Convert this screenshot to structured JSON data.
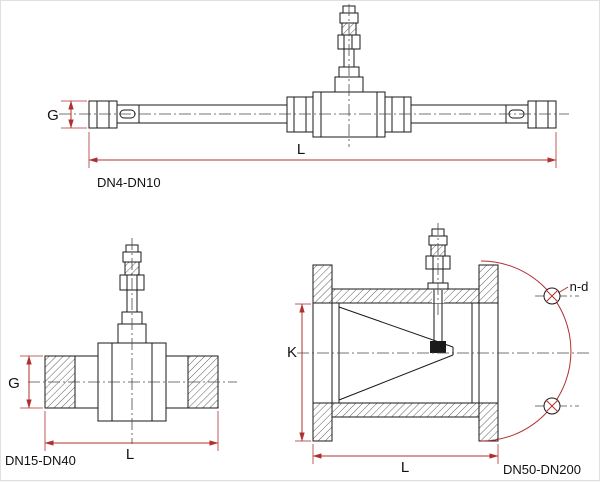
{
  "colors": {
    "outline": "#1a1a1a",
    "dimension": "#b03030",
    "centerline": "#4a4a4a",
    "text": "#111111",
    "background": "#ffffff"
  },
  "figures": {
    "fig1": {
      "label": "DN4-DN10",
      "dim_g": "G",
      "dim_l": "L"
    },
    "fig2": {
      "label": "DN15-DN40",
      "dim_g": "G",
      "dim_l": "L"
    },
    "fig3": {
      "label": "DN50-DN200",
      "dim_k": "K",
      "dim_l": "L",
      "bolt_note": "n-d"
    }
  }
}
